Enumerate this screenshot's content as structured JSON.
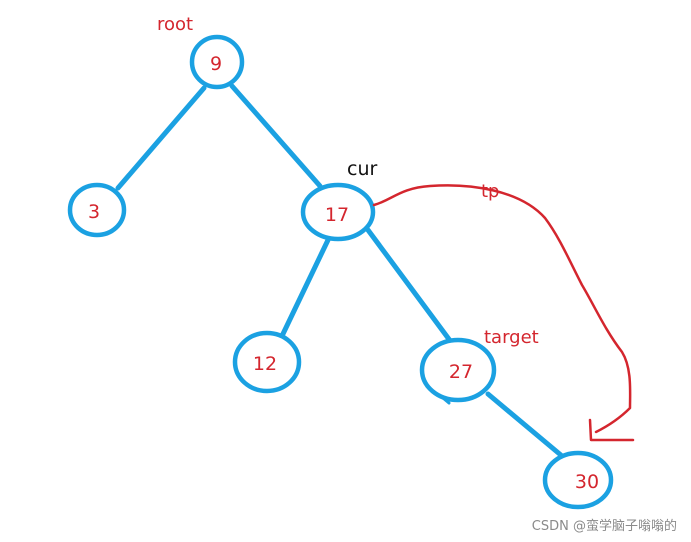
{
  "labels": {
    "root": "root",
    "cur": "cur",
    "tp": "tp",
    "target": "target"
  },
  "nodes": {
    "n9": "9",
    "n3": "3",
    "n17": "17",
    "n12": "12",
    "n27": "27",
    "n30": "30"
  },
  "watermark": "CSDN @蛮学脑子嗡嗡的",
  "colors": {
    "edge": "#1ba1e2",
    "text": "#d4262e",
    "pointer_label": "#111111"
  }
}
